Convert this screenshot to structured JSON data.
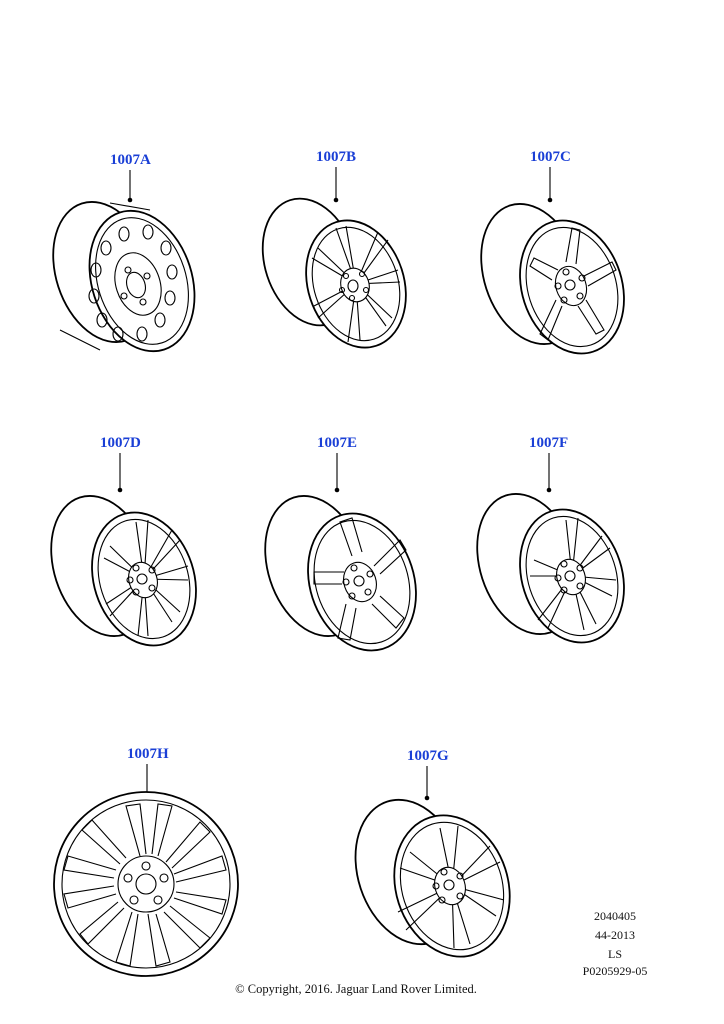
{
  "callouts": {
    "a": "1007A",
    "b": "1007B",
    "c": "1007C",
    "d": "1007D",
    "e": "1007E",
    "f": "1007F",
    "h": "1007H",
    "g": "1007G"
  },
  "reference": {
    "line1": "2040405",
    "line2": "44-2013",
    "line3": "LS",
    "line4": "P0205929-05"
  },
  "copyright": "© Copyright, 2016. Jaguar Land Rover Limited."
}
